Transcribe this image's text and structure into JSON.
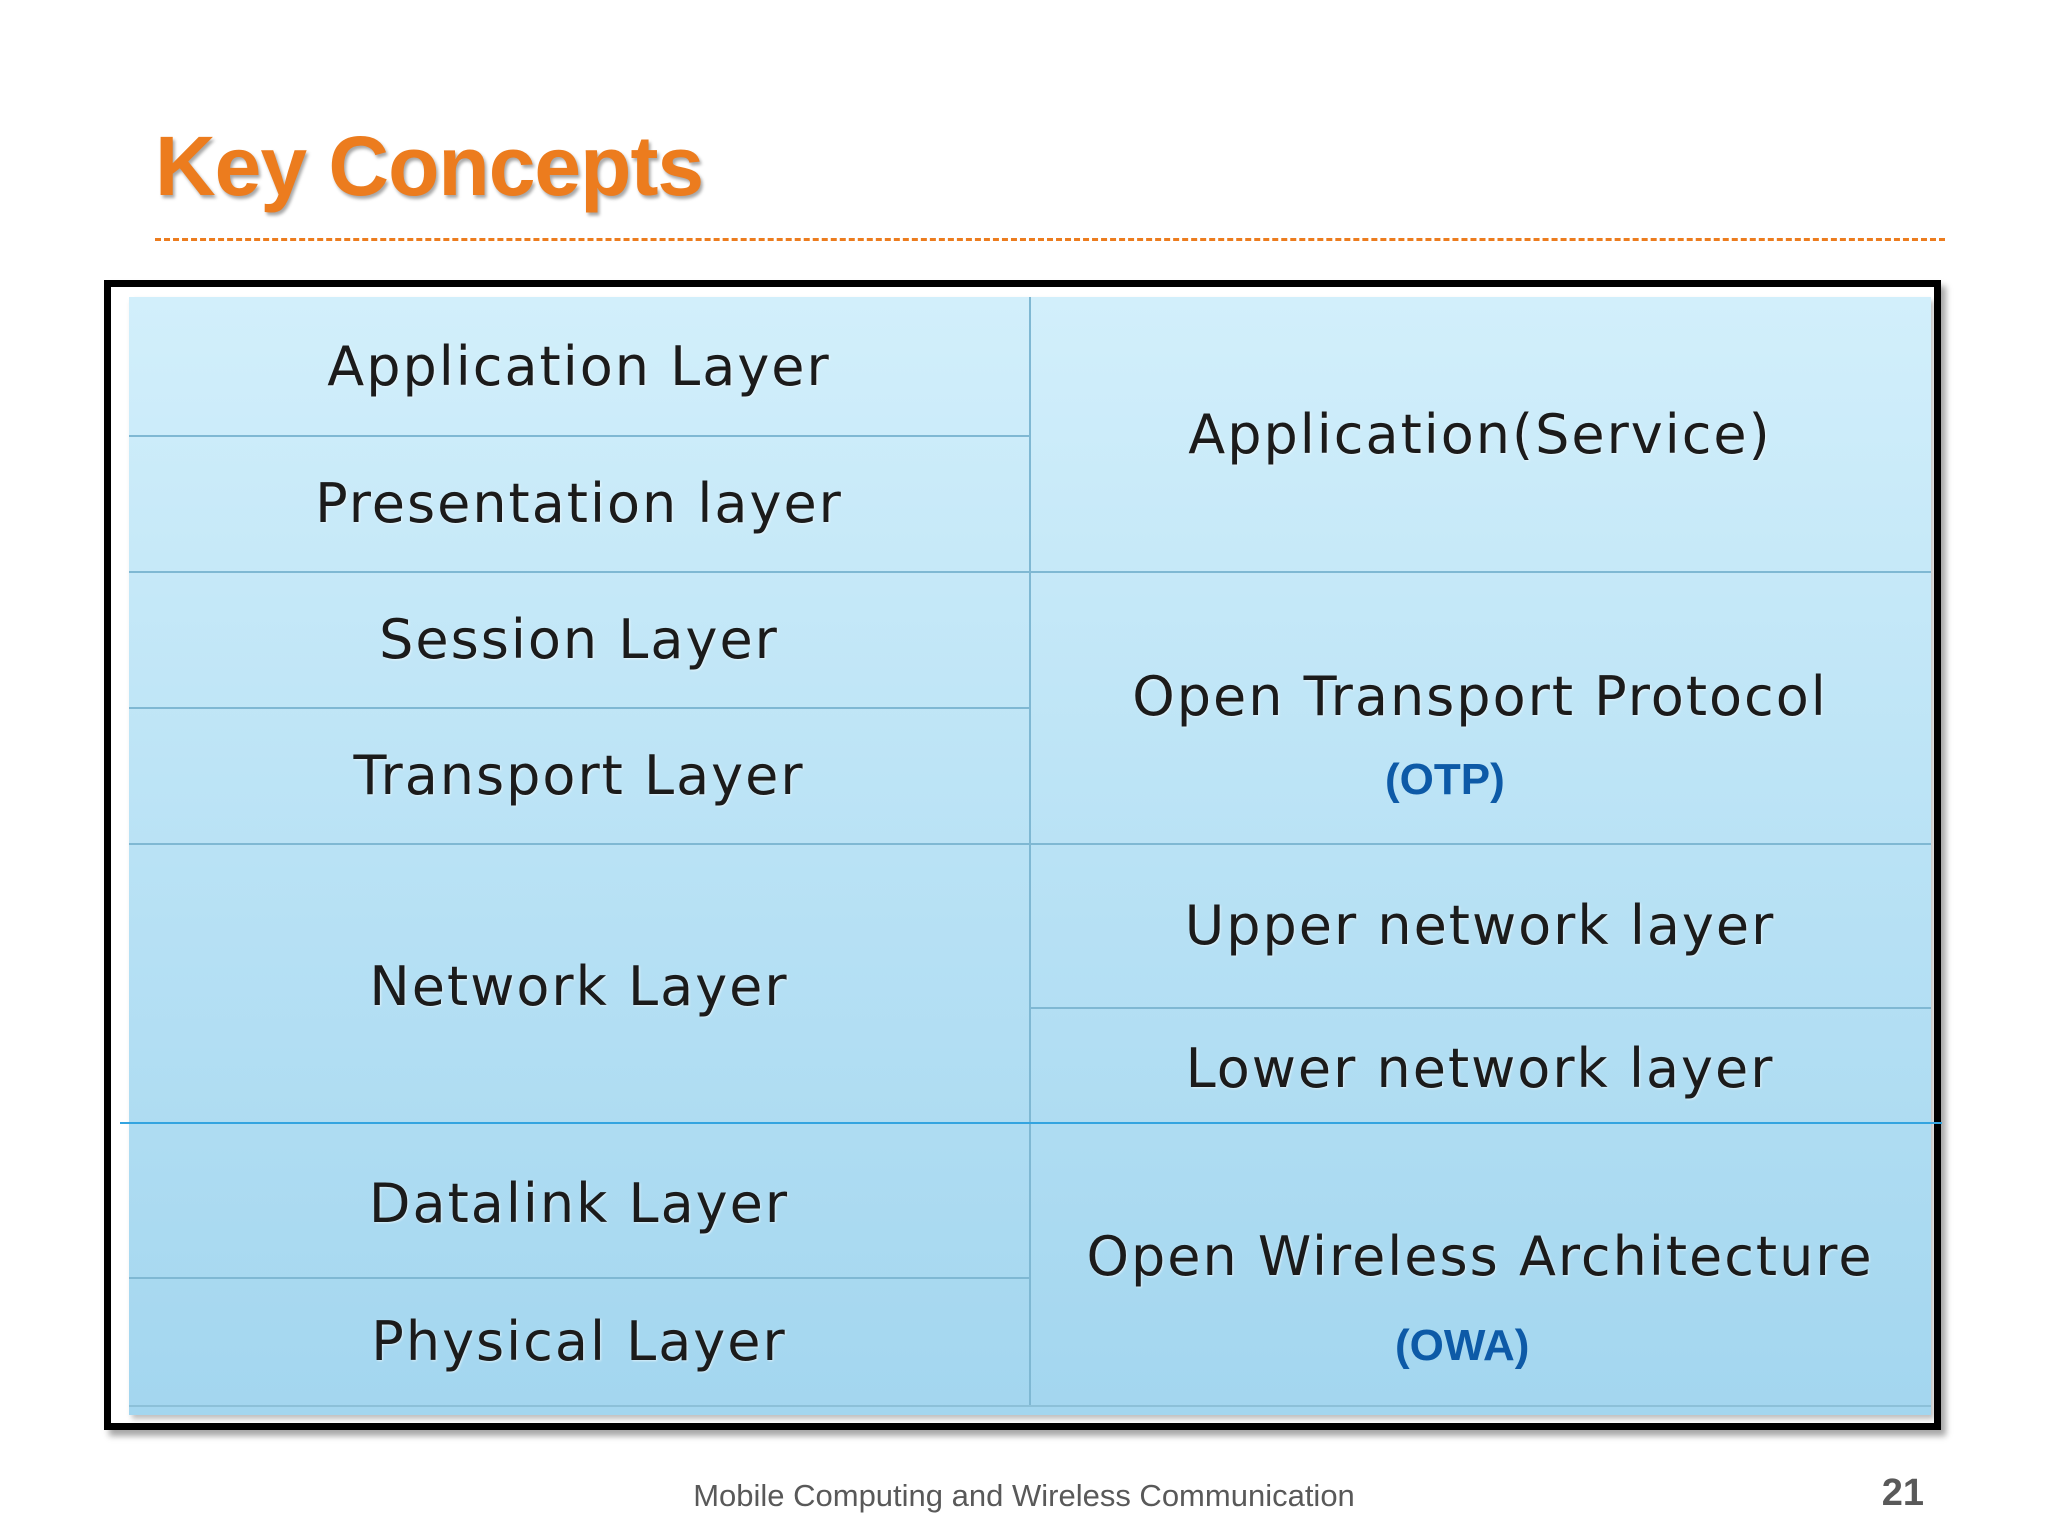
{
  "slide": {
    "title": "Key Concepts",
    "footer": "Mobile Computing and Wireless Communication",
    "page_number": "21"
  },
  "osi_layers": [
    "Application Layer",
    "Presentation layer",
    "Session Layer",
    "Transport Layer",
    "Network Layer",
    "Datalink Layer",
    "Physical Layer"
  ],
  "model_4g": [
    {
      "label": "Application(Service)"
    },
    {
      "label": "Open Transport Protocol",
      "abbr": "(OTP)"
    },
    {
      "label": "Upper network layer"
    },
    {
      "label": "Lower network layer"
    },
    {
      "label": "Open Wireless Architecture",
      "abbr": "(OWA)"
    }
  ],
  "colors": {
    "title": "#ec7c1e",
    "abbr": "#0d5aa7",
    "table_fill_top": "#d2effb",
    "table_fill_bottom": "#a3d6ef"
  }
}
